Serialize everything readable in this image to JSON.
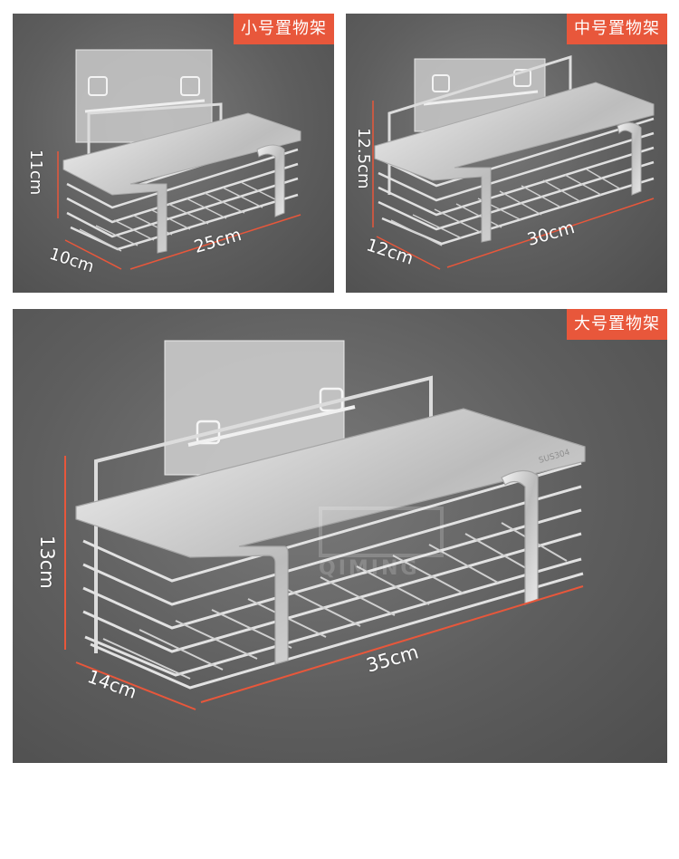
{
  "colors": {
    "tag_background": "#e8573b",
    "dimension_line": "#e8573b",
    "background": "#5e5e5e",
    "steel": "#d8d8d8"
  },
  "panels": {
    "small": {
      "tag": "小号置物架",
      "height_label": "11cm",
      "depth_label": "10cm",
      "width_label": "25cm"
    },
    "medium": {
      "tag": "中号置物架",
      "height_label": "12.5cm",
      "depth_label": "12cm",
      "width_label": "30cm"
    },
    "large": {
      "tag": "大号置物架",
      "height_label": "13cm",
      "depth_label": "14cm",
      "width_label": "35cm",
      "engraving": "SUS304"
    }
  },
  "watermark": {
    "logo_text": "QIMING"
  }
}
